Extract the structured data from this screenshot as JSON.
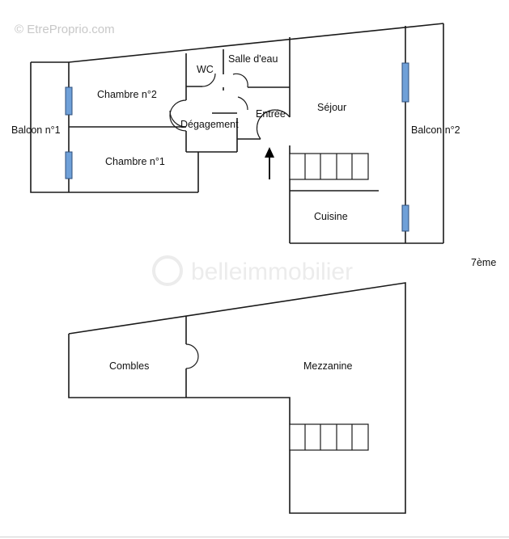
{
  "watermark": {
    "top_left": "© EtreProprio.com",
    "center": "belleimmobilier"
  },
  "floor_label": "7ème",
  "rooms": {
    "balcon_1": "Balcon n°1",
    "balcon_2": "Balcon n°2",
    "chambre_2": "Chambre n°2",
    "chambre_1": "Chambre n°1",
    "wc": "WC",
    "salle_deau": "Salle d'eau",
    "degagement": "Dégagement",
    "entree": "Entrée",
    "sejour": "Séjour",
    "cuisine": "Cuisine",
    "combles": "Combles",
    "mezzanine": "Mezzanine"
  },
  "colors": {
    "walls": "#1a1a1a",
    "windows": "#6fa0d8"
  }
}
